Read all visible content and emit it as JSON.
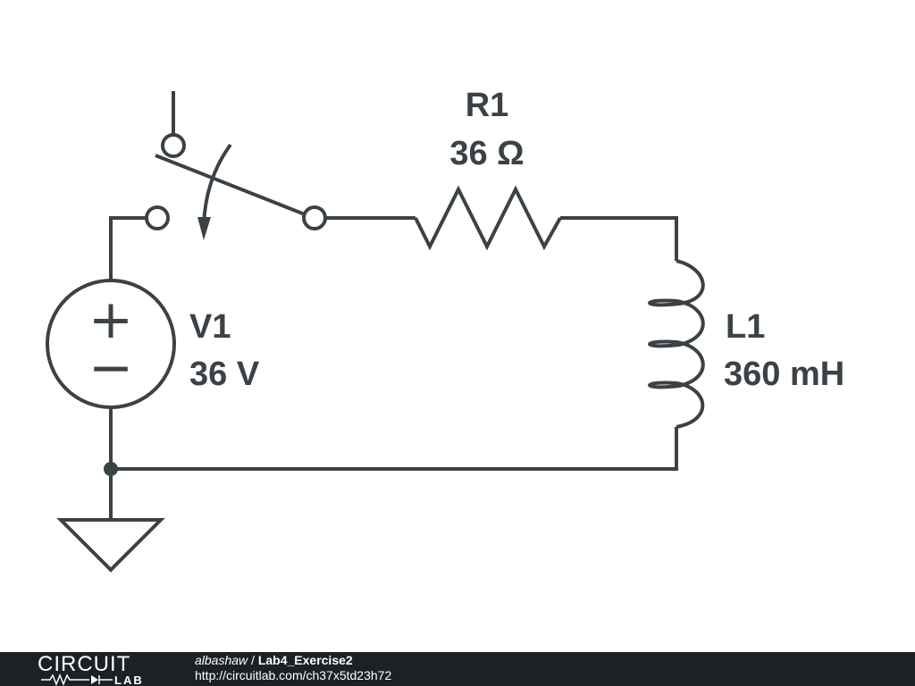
{
  "components": {
    "switch": {
      "name": ""
    },
    "resistor": {
      "name": "R1",
      "value": "36 Ω"
    },
    "source": {
      "name": "V1",
      "value": "36 V",
      "plus": "+",
      "minus": "−"
    },
    "inductor": {
      "name": "L1",
      "value": "360 mH"
    }
  },
  "footer": {
    "logo_top": "CIRCUIT",
    "logo_bottom": "LAB",
    "author": "albashaw",
    "separator": " / ",
    "title": "Lab4_Exercise2",
    "url": "http://circuitlab.com/ch37x5td23h72"
  },
  "colors": {
    "ink": "#3b4246",
    "footer_bg": "#1e2124",
    "footer_text": "#ffffff"
  }
}
